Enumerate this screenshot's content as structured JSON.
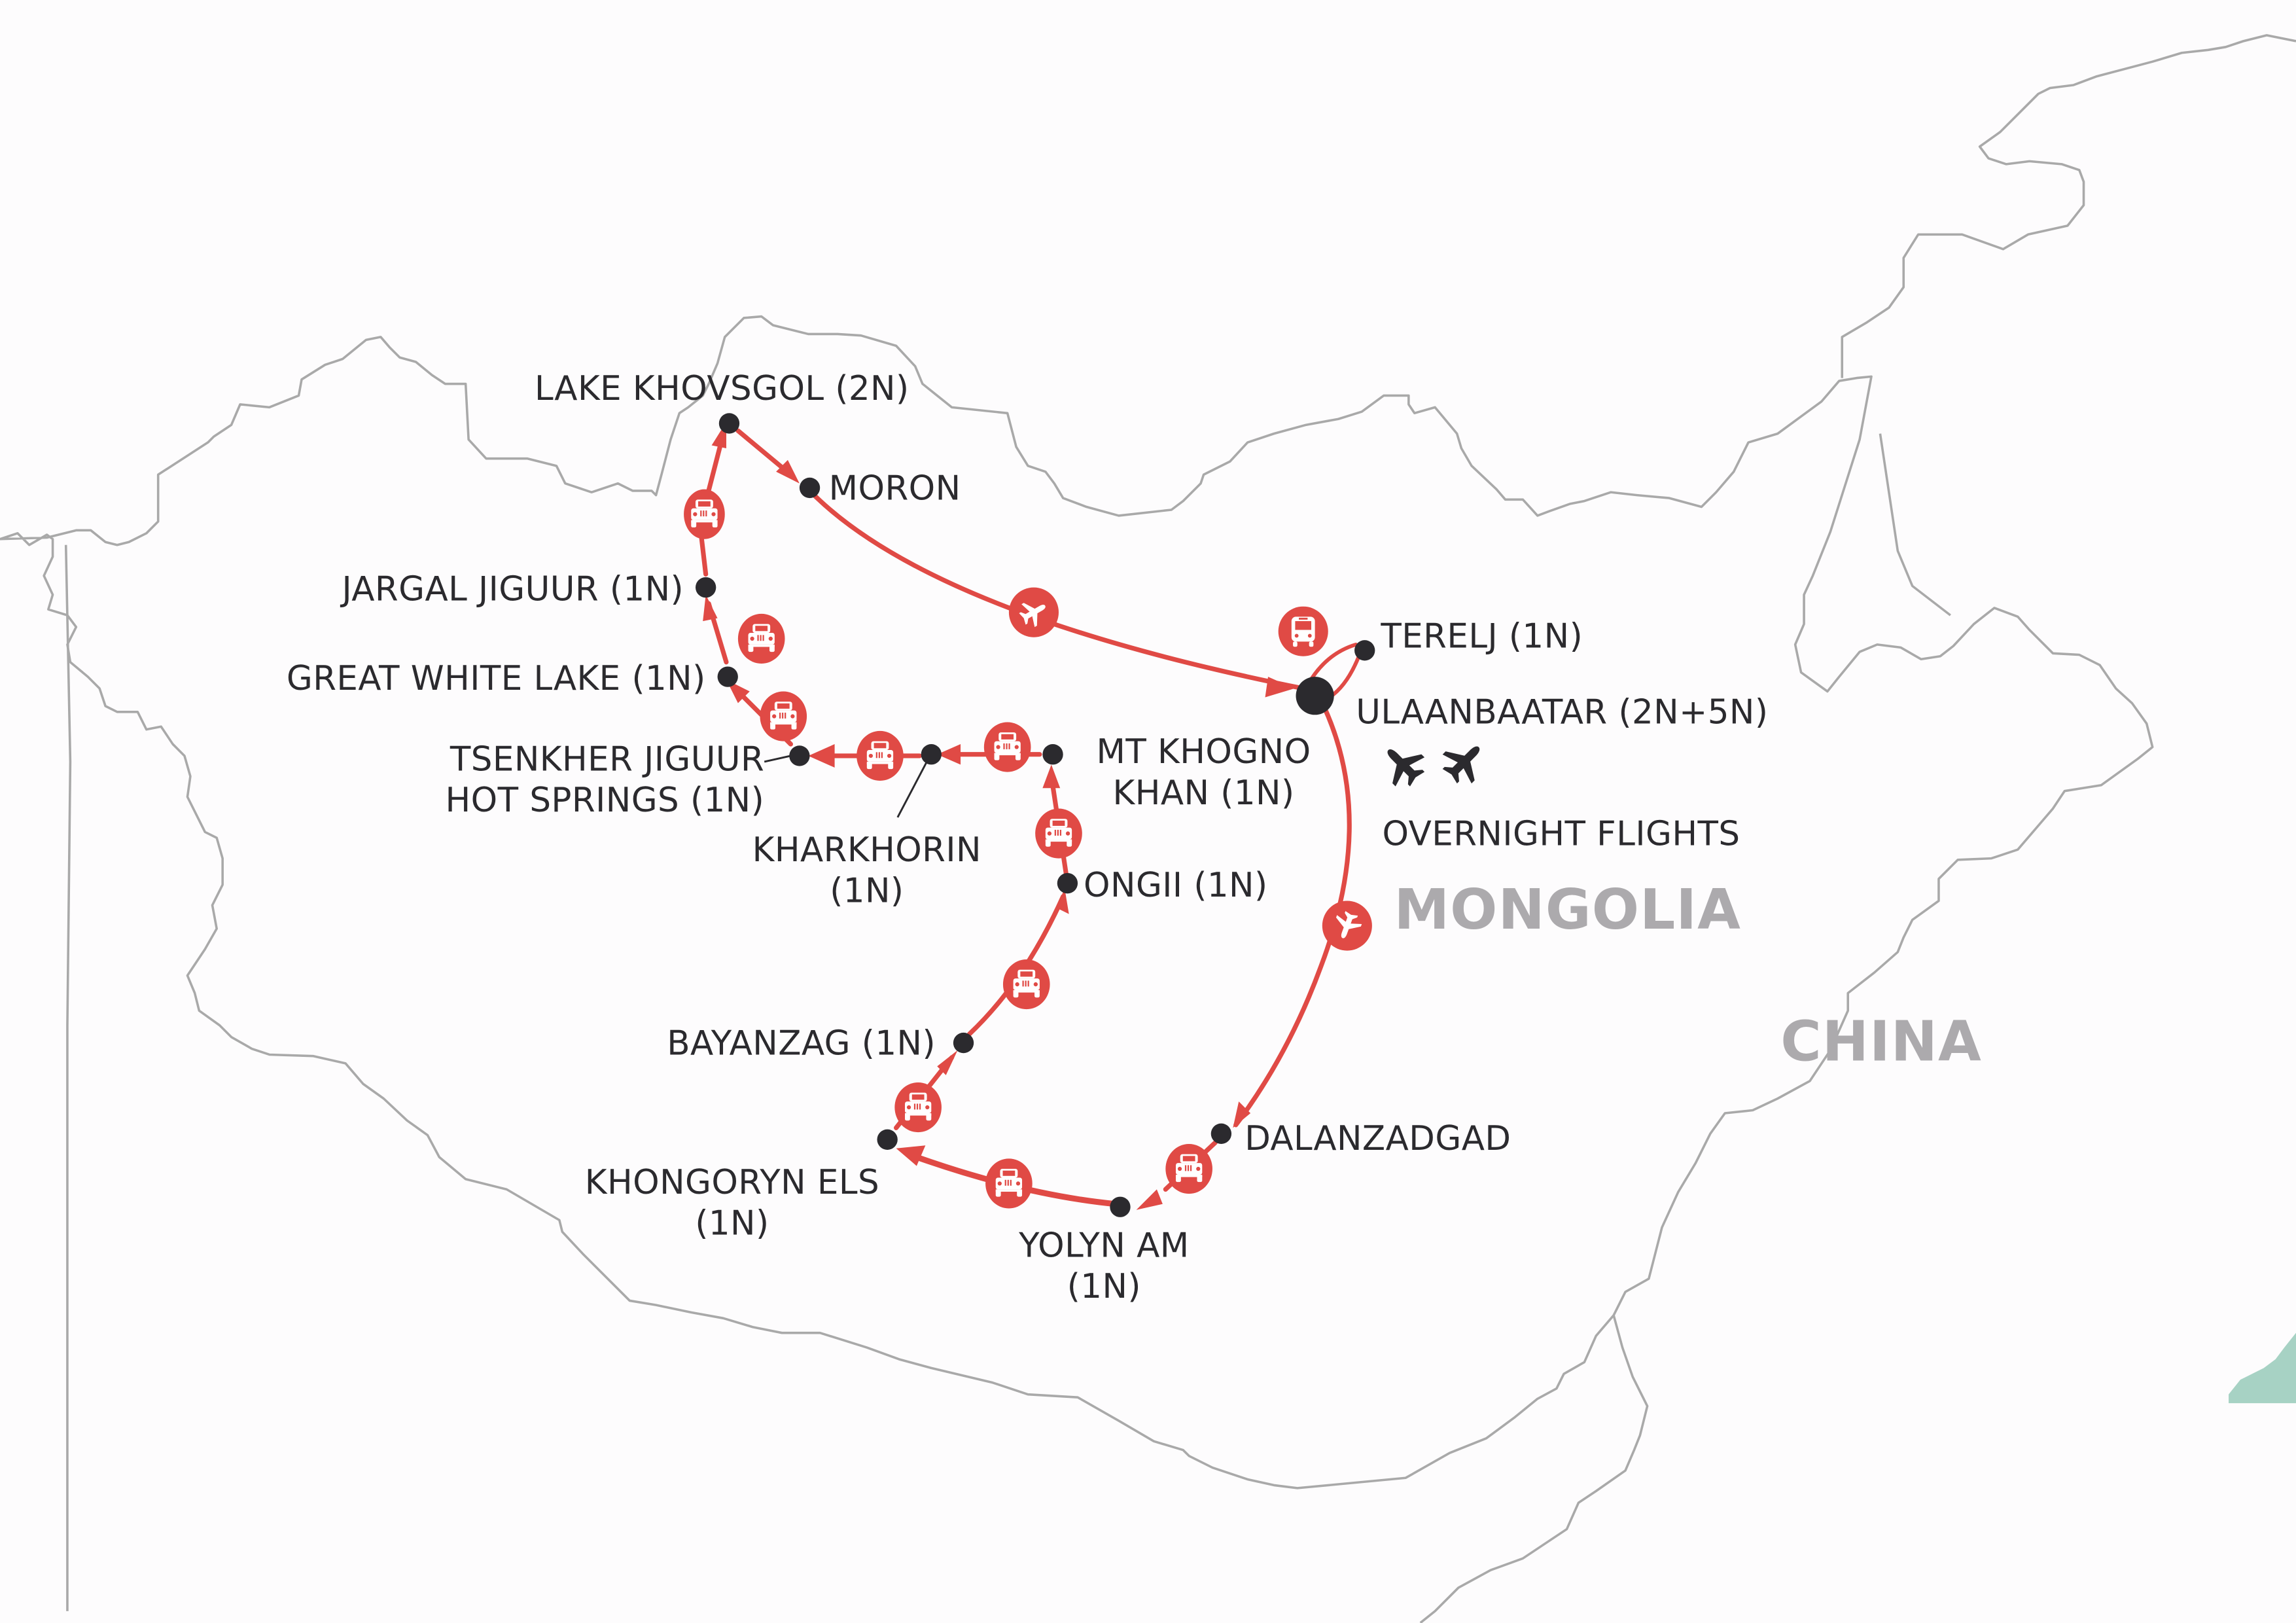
{
  "map": {
    "countries": [
      {
        "name": "MONGOLIA",
        "color": "#acaaad"
      },
      {
        "name": "CHINA",
        "color": "#acaaad"
      }
    ],
    "colors": {
      "route": "#e04a45",
      "stop": "#2b2a2e",
      "border": "#a9a9a9",
      "sea": "#a7d2c4",
      "label": "#2b2a2e"
    },
    "stops": [
      {
        "id": "lake-khovsgol",
        "label": "LAKE KHOVSGOL (2N)"
      },
      {
        "id": "moron",
        "label": "MORON"
      },
      {
        "id": "jargal-jiguur",
        "label": "JARGAL JIGUUR (1N)"
      },
      {
        "id": "great-white-lake",
        "label": "GREAT WHITE LAKE (1N)"
      },
      {
        "id": "tsenkher-jiguur",
        "label_line1": "TSENKHER JIGUUR",
        "label_line2": "HOT SPRINGS (1N)"
      },
      {
        "id": "kharkhorin",
        "label_line1": "KHARKHORIN",
        "label_line2": "(1N)"
      },
      {
        "id": "mt-khogno-khan",
        "label_line1": "MT KHOGNO",
        "label_line2": "KHAN (1N)"
      },
      {
        "id": "ongii",
        "label": "ONGII (1N)"
      },
      {
        "id": "bayanzag",
        "label": "BAYANZAG (1N)"
      },
      {
        "id": "khongoryn-els",
        "label_line1": "KHONGORYN ELS",
        "label_line2": "(1N)"
      },
      {
        "id": "yolyn-am",
        "label_line1": "YOLYN AM",
        "label_line2": "(1N)"
      },
      {
        "id": "dalanzadgad",
        "label": "DALANZADGAD"
      },
      {
        "id": "terelj",
        "label": "TERELJ (1N)"
      },
      {
        "id": "ulaanbaatar",
        "label": "ULAANBAATAR (2N+5N)"
      }
    ],
    "overnight_flights": {
      "label": "OVERNIGHT FLIGHTS",
      "icon": "two-airplanes-icon"
    },
    "transport_icons": {
      "car": "jeep-icon",
      "flight": "airplane-icon",
      "bus": "bus-icon"
    }
  }
}
